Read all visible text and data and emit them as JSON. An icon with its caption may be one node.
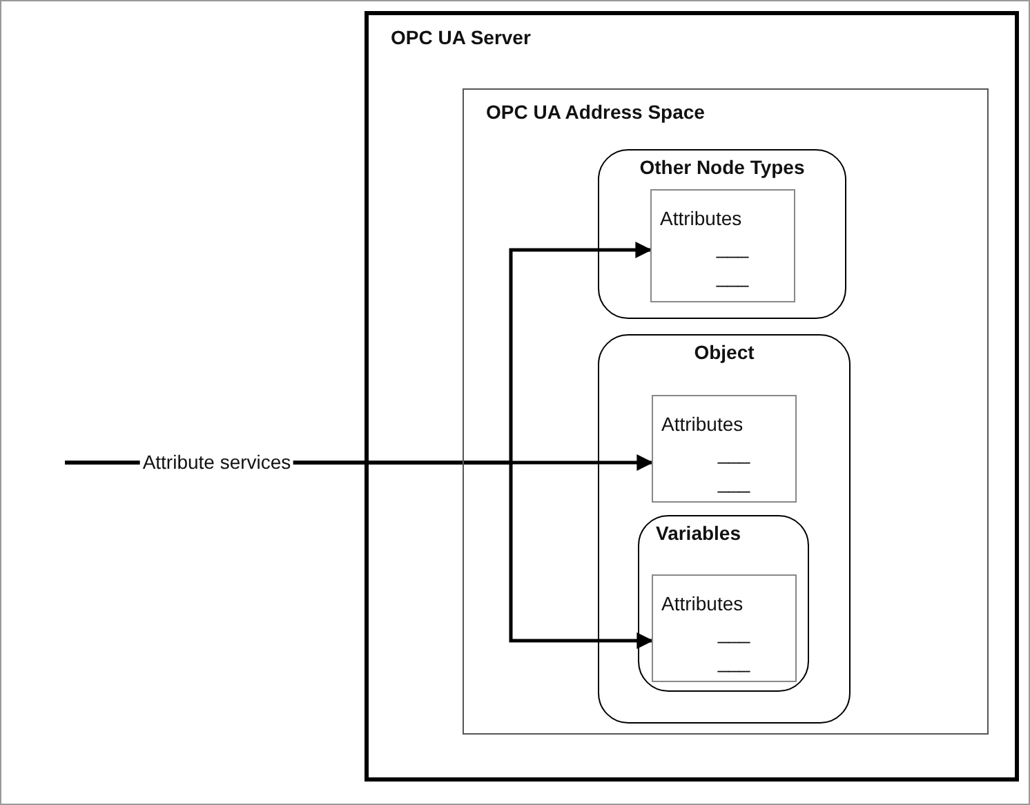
{
  "diagram": {
    "nodes": [
      {
        "text": [
          "OPC UA Server"
        ]
      },
      {
        "text": [
          "OPC UA Address Space"
        ],
        "in": 0
      },
      {
        "text": [
          "Other Node Types"
        ],
        "in": 1
      },
      {
        "text": [
          "Attributes",
          "___",
          "___"
        ],
        "in": 2
      },
      {
        "text": [
          "Object"
        ],
        "in": 1
      },
      {
        "text": [
          "Attributes",
          "___",
          "___"
        ],
        "in": 4
      },
      {
        "text": [
          "Variables"
        ],
        "in": 4
      },
      {
        "text": [
          "Attributes",
          "___",
          "___"
        ],
        "in": 6
      }
    ],
    "edges": [
      {
        "from": null,
        "to": 5,
        "arrow": "to",
        "label": "Attribute services"
      },
      {
        "from": null,
        "to": 3,
        "arrow": "to"
      },
      {
        "from": null,
        "to": 7,
        "arrow": "to"
      }
    ]
  }
}
